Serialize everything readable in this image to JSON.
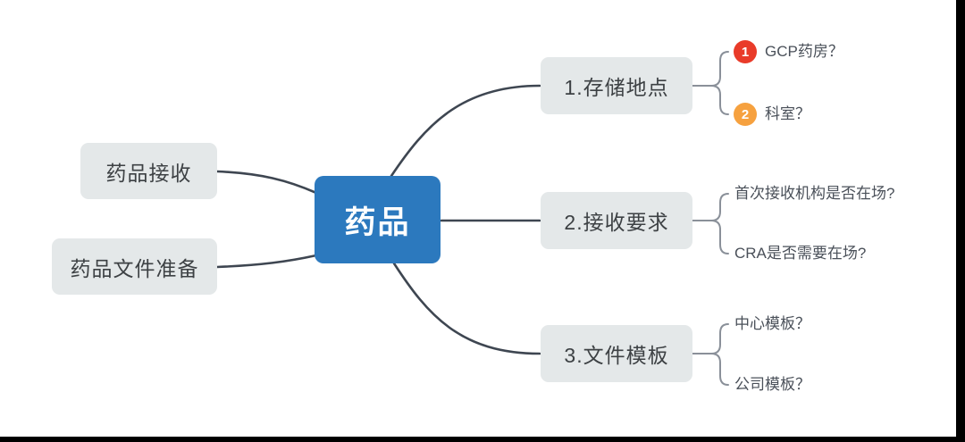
{
  "root": {
    "label": "药品"
  },
  "left_nodes": [
    {
      "label": "药品接收"
    },
    {
      "label": "药品文件准备"
    }
  ],
  "right_nodes": [
    {
      "label": "1.存储地点",
      "children": [
        {
          "badge": "1",
          "badge_color": "#E93B29",
          "label": "GCP药房？"
        },
        {
          "badge": "2",
          "badge_color": "#F6A13F",
          "label": "科室？"
        }
      ]
    },
    {
      "label": "2.接收要求",
      "children": [
        {
          "label": "首次接收机构是否在场?"
        },
        {
          "label": "CRA是否需要在场?"
        }
      ]
    },
    {
      "label": "3.文件模板",
      "children": [
        {
          "label": "中心模板？"
        },
        {
          "label": "公司模板？"
        }
      ]
    }
  ],
  "colors": {
    "root_bg": "#2C79BE",
    "node_bg": "#E4E8E9",
    "main_line": "#3E4651",
    "brace_line": "#8A9099",
    "badge_red": "#E93B29",
    "badge_orange": "#F6A13F",
    "frame": "#000000"
  }
}
